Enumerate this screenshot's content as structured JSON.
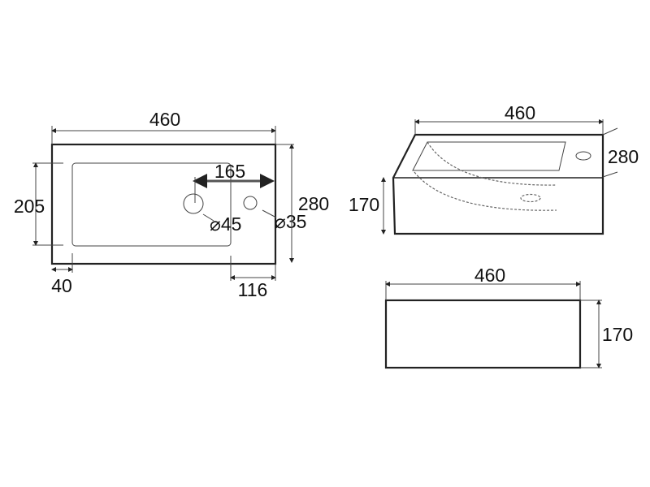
{
  "plan_view": {
    "width": "460",
    "depth": "280",
    "basin_depth": "205",
    "left_margin": "40",
    "right_margin": "116",
    "hole_spacing": "165",
    "tap_hole": "⌀45",
    "overflow_hole": "⌀35"
  },
  "iso_view": {
    "width": "460",
    "depth": "280",
    "height": "170"
  },
  "front_view": {
    "width": "460",
    "height": "170"
  }
}
